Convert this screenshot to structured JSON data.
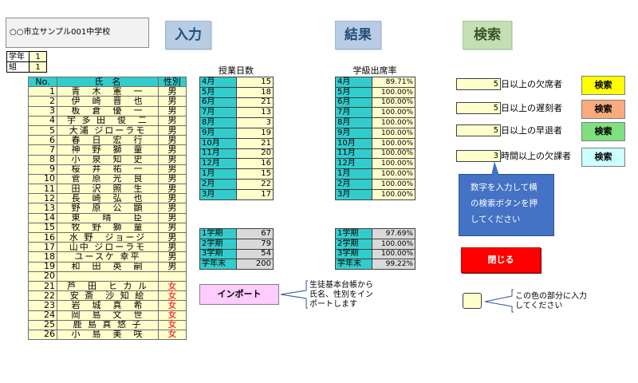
{
  "school_name": "○○市立サンプル001中学校",
  "buttons": {
    "input": "入力",
    "result": "結果",
    "search": "検索",
    "import": "インポート",
    "close": "閉じる"
  },
  "grade": {
    "grade_label": "学年",
    "grade_value": "1",
    "class_label": "組",
    "class_value": "1"
  },
  "students": {
    "headers": [
      "No.",
      "氏　名",
      "性別"
    ],
    "rows": [
      {
        "no": "1",
        "name": "青　木　憲　一",
        "sex": "男",
        "female": false
      },
      {
        "no": "2",
        "name": "伊　崎　晋　也",
        "sex": "男",
        "female": false
      },
      {
        "no": "3",
        "name": "板　倉　優　一",
        "sex": "男",
        "female": false
      },
      {
        "no": "4",
        "name": "宇 多 田　俊　二",
        "sex": "男",
        "female": false
      },
      {
        "no": "5",
        "name": "大浦 ジローラモ",
        "sex": "男",
        "female": false
      },
      {
        "no": "6",
        "name": "春　日　宏　行",
        "sex": "男",
        "female": false
      },
      {
        "no": "7",
        "name": "神　野　獅　童",
        "sex": "男",
        "female": false
      },
      {
        "no": "8",
        "name": "小　泉　知　史",
        "sex": "男",
        "female": false
      },
      {
        "no": "9",
        "name": "桜　井　祐　一",
        "sex": "男",
        "female": false
      },
      {
        "no": "10",
        "name": "菅　原　光　良",
        "sex": "男",
        "female": false
      },
      {
        "no": "11",
        "name": "田　沢　照　生",
        "sex": "男",
        "female": false
      },
      {
        "no": "12",
        "name": "長　崎　弘　也",
        "sex": "男",
        "female": false
      },
      {
        "no": "13",
        "name": "野　原　公　顕",
        "sex": "男",
        "female": false
      },
      {
        "no": "14",
        "name": "東　　晴　　臣",
        "sex": "男",
        "female": false
      },
      {
        "no": "15",
        "name": "牧　野　獅　童",
        "sex": "男",
        "female": false
      },
      {
        "no": "16",
        "name": "水 野　ジョージ",
        "sex": "男",
        "female": false
      },
      {
        "no": "17",
        "name": "山中 ジローラモ",
        "sex": "男",
        "female": false
      },
      {
        "no": "18",
        "name": "ユースケ 幸平",
        "sex": "男",
        "female": false
      },
      {
        "no": "19",
        "name": "和　田　英　嗣",
        "sex": "男",
        "female": false
      },
      {
        "no": "20",
        "name": "",
        "sex": "",
        "female": false
      },
      {
        "no": "21",
        "name": "芦　田　ヒ カ ル",
        "sex": "女",
        "female": true
      },
      {
        "no": "22",
        "name": "安 斎　沙 知 絵",
        "sex": "女",
        "female": true
      },
      {
        "no": "23",
        "name": "岩　城　真　希",
        "sex": "女",
        "female": true
      },
      {
        "no": "24",
        "name": "岡　島　文　世",
        "sex": "女",
        "female": true
      },
      {
        "no": "25",
        "name": "鹿 島 真 悠 子",
        "sex": "女",
        "female": true
      },
      {
        "no": "26",
        "name": "小　島　美　咲",
        "sex": "女",
        "female": true
      }
    ]
  },
  "lesson_days": {
    "title": "授業日数",
    "months": [
      {
        "m": "4月",
        "v": "15"
      },
      {
        "m": "5月",
        "v": "18"
      },
      {
        "m": "6月",
        "v": "21"
      },
      {
        "m": "7月",
        "v": "13"
      },
      {
        "m": "8月",
        "v": "3"
      },
      {
        "m": "9月",
        "v": "19"
      },
      {
        "m": "10月",
        "v": "21"
      },
      {
        "m": "11月",
        "v": "20"
      },
      {
        "m": "12月",
        "v": "16"
      },
      {
        "m": "1月",
        "v": "15"
      },
      {
        "m": "2月",
        "v": "22"
      },
      {
        "m": "3月",
        "v": "17"
      }
    ],
    "terms": [
      {
        "m": "1学期",
        "v": "67"
      },
      {
        "m": "2学期",
        "v": "79"
      },
      {
        "m": "3学期",
        "v": "54"
      },
      {
        "m": "学年末",
        "v": "200"
      }
    ]
  },
  "attendance_rate": {
    "title": "学級出席率",
    "months": [
      {
        "m": "4月",
        "v": "89.71%"
      },
      {
        "m": "5月",
        "v": "100.00%"
      },
      {
        "m": "6月",
        "v": "100.00%"
      },
      {
        "m": "7月",
        "v": "100.00%"
      },
      {
        "m": "8月",
        "v": "100.00%"
      },
      {
        "m": "9月",
        "v": "100.00%"
      },
      {
        "m": "10月",
        "v": "100.00%"
      },
      {
        "m": "11月",
        "v": "100.00%"
      },
      {
        "m": "12月",
        "v": "100.00%"
      },
      {
        "m": "1月",
        "v": "100.00%"
      },
      {
        "m": "2月",
        "v": "100.00%"
      },
      {
        "m": "3月",
        "v": "100.00%"
      }
    ],
    "terms": [
      {
        "m": "1学期",
        "v": "97.69%"
      },
      {
        "m": "2学期",
        "v": "100.00%"
      },
      {
        "m": "3学期",
        "v": "100.00%"
      },
      {
        "m": "学年末",
        "v": "99.22%"
      }
    ]
  },
  "import_note": [
    "生徒基本台帳から",
    "氏名、性別をイン",
    "ポートします"
  ],
  "search": {
    "rows": [
      {
        "value": "5",
        "label": "日以上の欠席者",
        "button": "検索",
        "color": "#ffff00"
      },
      {
        "value": "5",
        "label": "日以上の遅刻者",
        "button": "検索",
        "color": "#f8ab7d"
      },
      {
        "value": "5",
        "label": "日以上の早退者",
        "button": "検索",
        "color": "#7fe07f"
      },
      {
        "value": "3",
        "label": "時間以上の欠課者",
        "button": "検索",
        "color": "#ccffff"
      }
    ]
  },
  "callout": [
    "数字を入力して横",
    "の検索ボタンを押",
    "してください"
  ],
  "legend_note": [
    "この色の部分に入力",
    "してください"
  ],
  "colors": {
    "input_cell": "#ffffcc",
    "header_cell": "#33cccc",
    "female": "#ff0000",
    "callout": "#4472c4",
    "close": "#ff0000"
  }
}
